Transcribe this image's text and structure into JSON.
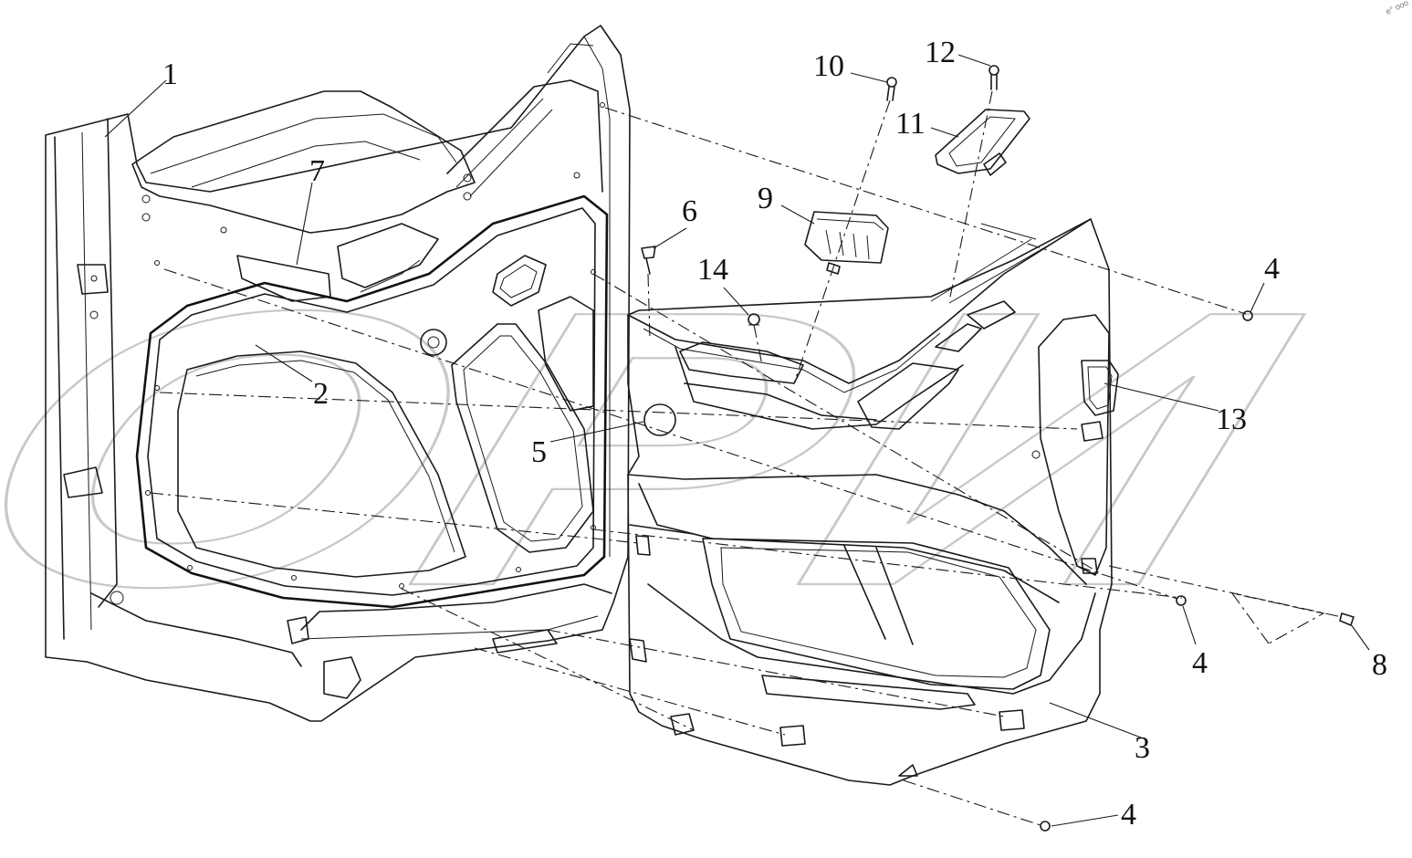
{
  "diagram": {
    "callouts": [
      {
        "id": "c1",
        "label": "1"
      },
      {
        "id": "c2",
        "label": "2"
      },
      {
        "id": "c3",
        "label": "3"
      },
      {
        "id": "c4a",
        "label": "4"
      },
      {
        "id": "c4b",
        "label": "4"
      },
      {
        "id": "c4c",
        "label": "4"
      },
      {
        "id": "c5",
        "label": "5"
      },
      {
        "id": "c6",
        "label": "6"
      },
      {
        "id": "c7",
        "label": "7"
      },
      {
        "id": "c8",
        "label": "8"
      },
      {
        "id": "c9",
        "label": "9"
      },
      {
        "id": "c10",
        "label": "10"
      },
      {
        "id": "c11",
        "label": "11"
      },
      {
        "id": "c12",
        "label": "12"
      },
      {
        "id": "c13",
        "label": "13"
      },
      {
        "id": "c14",
        "label": "14"
      }
    ],
    "watermark": "ОРИ",
    "corner_mark": "e° ooo",
    "line_color": "#1a1a1a",
    "watermark_color": "#c8c8c8"
  }
}
